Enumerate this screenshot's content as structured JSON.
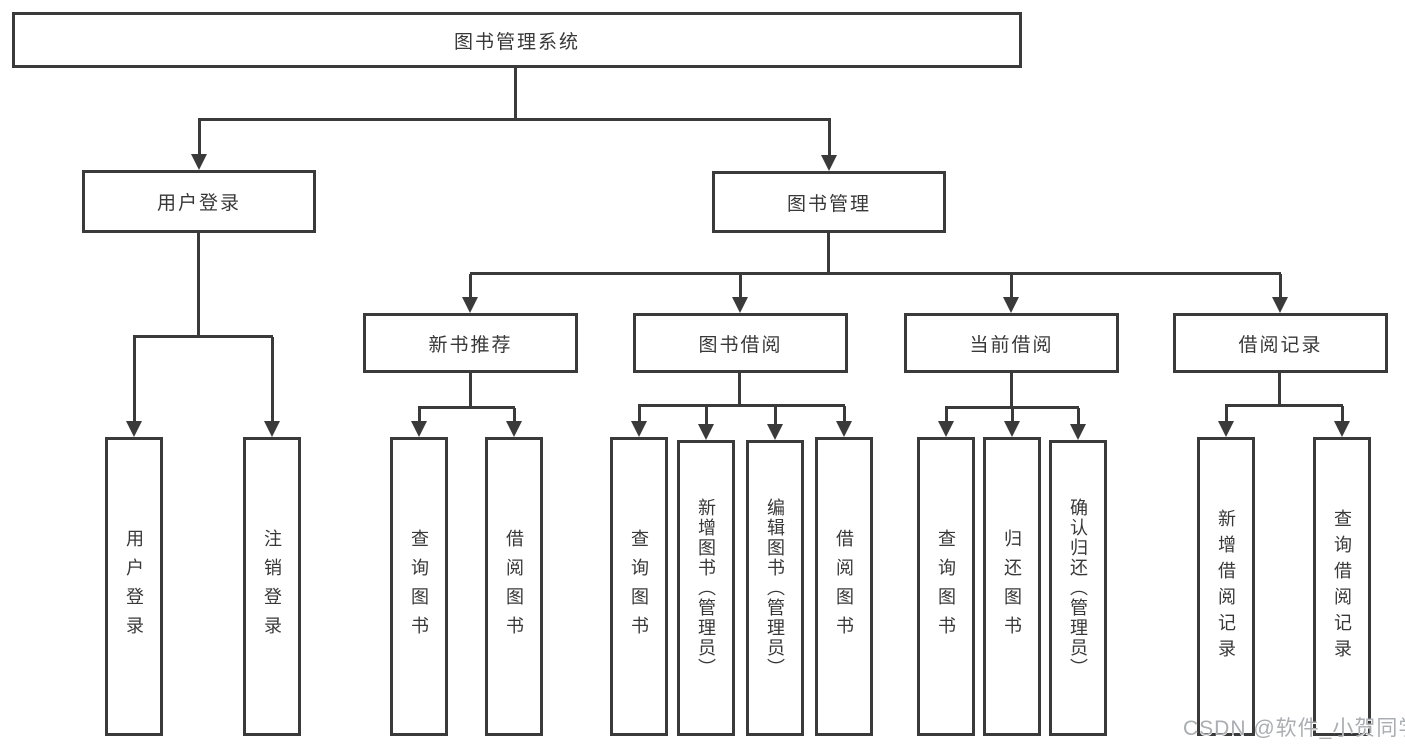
{
  "diagram": {
    "type": "functional-structure-tree",
    "colors": {
      "line": "#3a3a3a",
      "text": "#383838",
      "background": "#ffffff",
      "watermark_text": "#a9aeb3"
    }
  },
  "tree": {
    "label": "图书管理系统",
    "children": [
      {
        "label": "用户登录",
        "children": [
          {
            "label": "用户登录"
          },
          {
            "label": "注销登录"
          }
        ]
      },
      {
        "label": "图书管理",
        "children": [
          {
            "label": "新书推荐",
            "children": [
              {
                "label": "查询图书"
              },
              {
                "label": "借阅图书"
              }
            ]
          },
          {
            "label": "图书借阅",
            "children": [
              {
                "label": "查询图书"
              },
              {
                "label": "新增图书（管理员）"
              },
              {
                "label": "编辑图书（管理员）"
              },
              {
                "label": "借阅图书"
              }
            ]
          },
          {
            "label": "当前借阅",
            "children": [
              {
                "label": "查询图书"
              },
              {
                "label": "归还图书"
              },
              {
                "label": "确认归还（管理员）"
              }
            ]
          },
          {
            "label": "借阅记录",
            "children": [
              {
                "label": "新增借阅记录"
              },
              {
                "label": "查询借阅记录"
              }
            ]
          }
        ]
      }
    ]
  },
  "watermark": "CSDN @软件_小贺同学"
}
